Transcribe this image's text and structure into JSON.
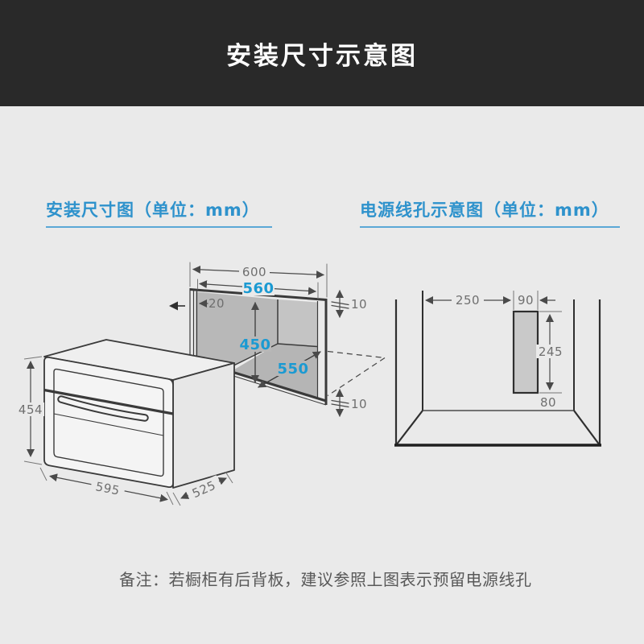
{
  "header": {
    "title": "安装尺寸示意图"
  },
  "sections": {
    "install": {
      "heading": "安装尺寸图（单位：mm）"
    },
    "power": {
      "heading": "电源线孔示意图（单位：mm）"
    }
  },
  "install_diagram": {
    "dims": {
      "outer_width": "600",
      "inner_width": "560",
      "wall_thickness": "20",
      "top_gap": "10",
      "inner_height": "450",
      "inner_depth": "550",
      "bottom_gap": "10",
      "oven_height": "454",
      "oven_width": "595",
      "oven_depth": "525"
    }
  },
  "power_diagram": {
    "dims": {
      "offset_from_left": "250",
      "hole_width": "90",
      "hole_height": "245",
      "bottom_offset": "80"
    }
  },
  "note": {
    "text": "备注：若橱柜有后背板，建议参照上图表示预留电源线孔"
  },
  "colors": {
    "header_bg": "#292929",
    "page_bg": "#eaeaea",
    "heading_blue": "#2e92cc",
    "dim_blue": "#1b9ad2",
    "dim_gray": "#6f6f6f",
    "line_dark": "#3a3a3a",
    "panel_gray": "#b8b8b8"
  }
}
